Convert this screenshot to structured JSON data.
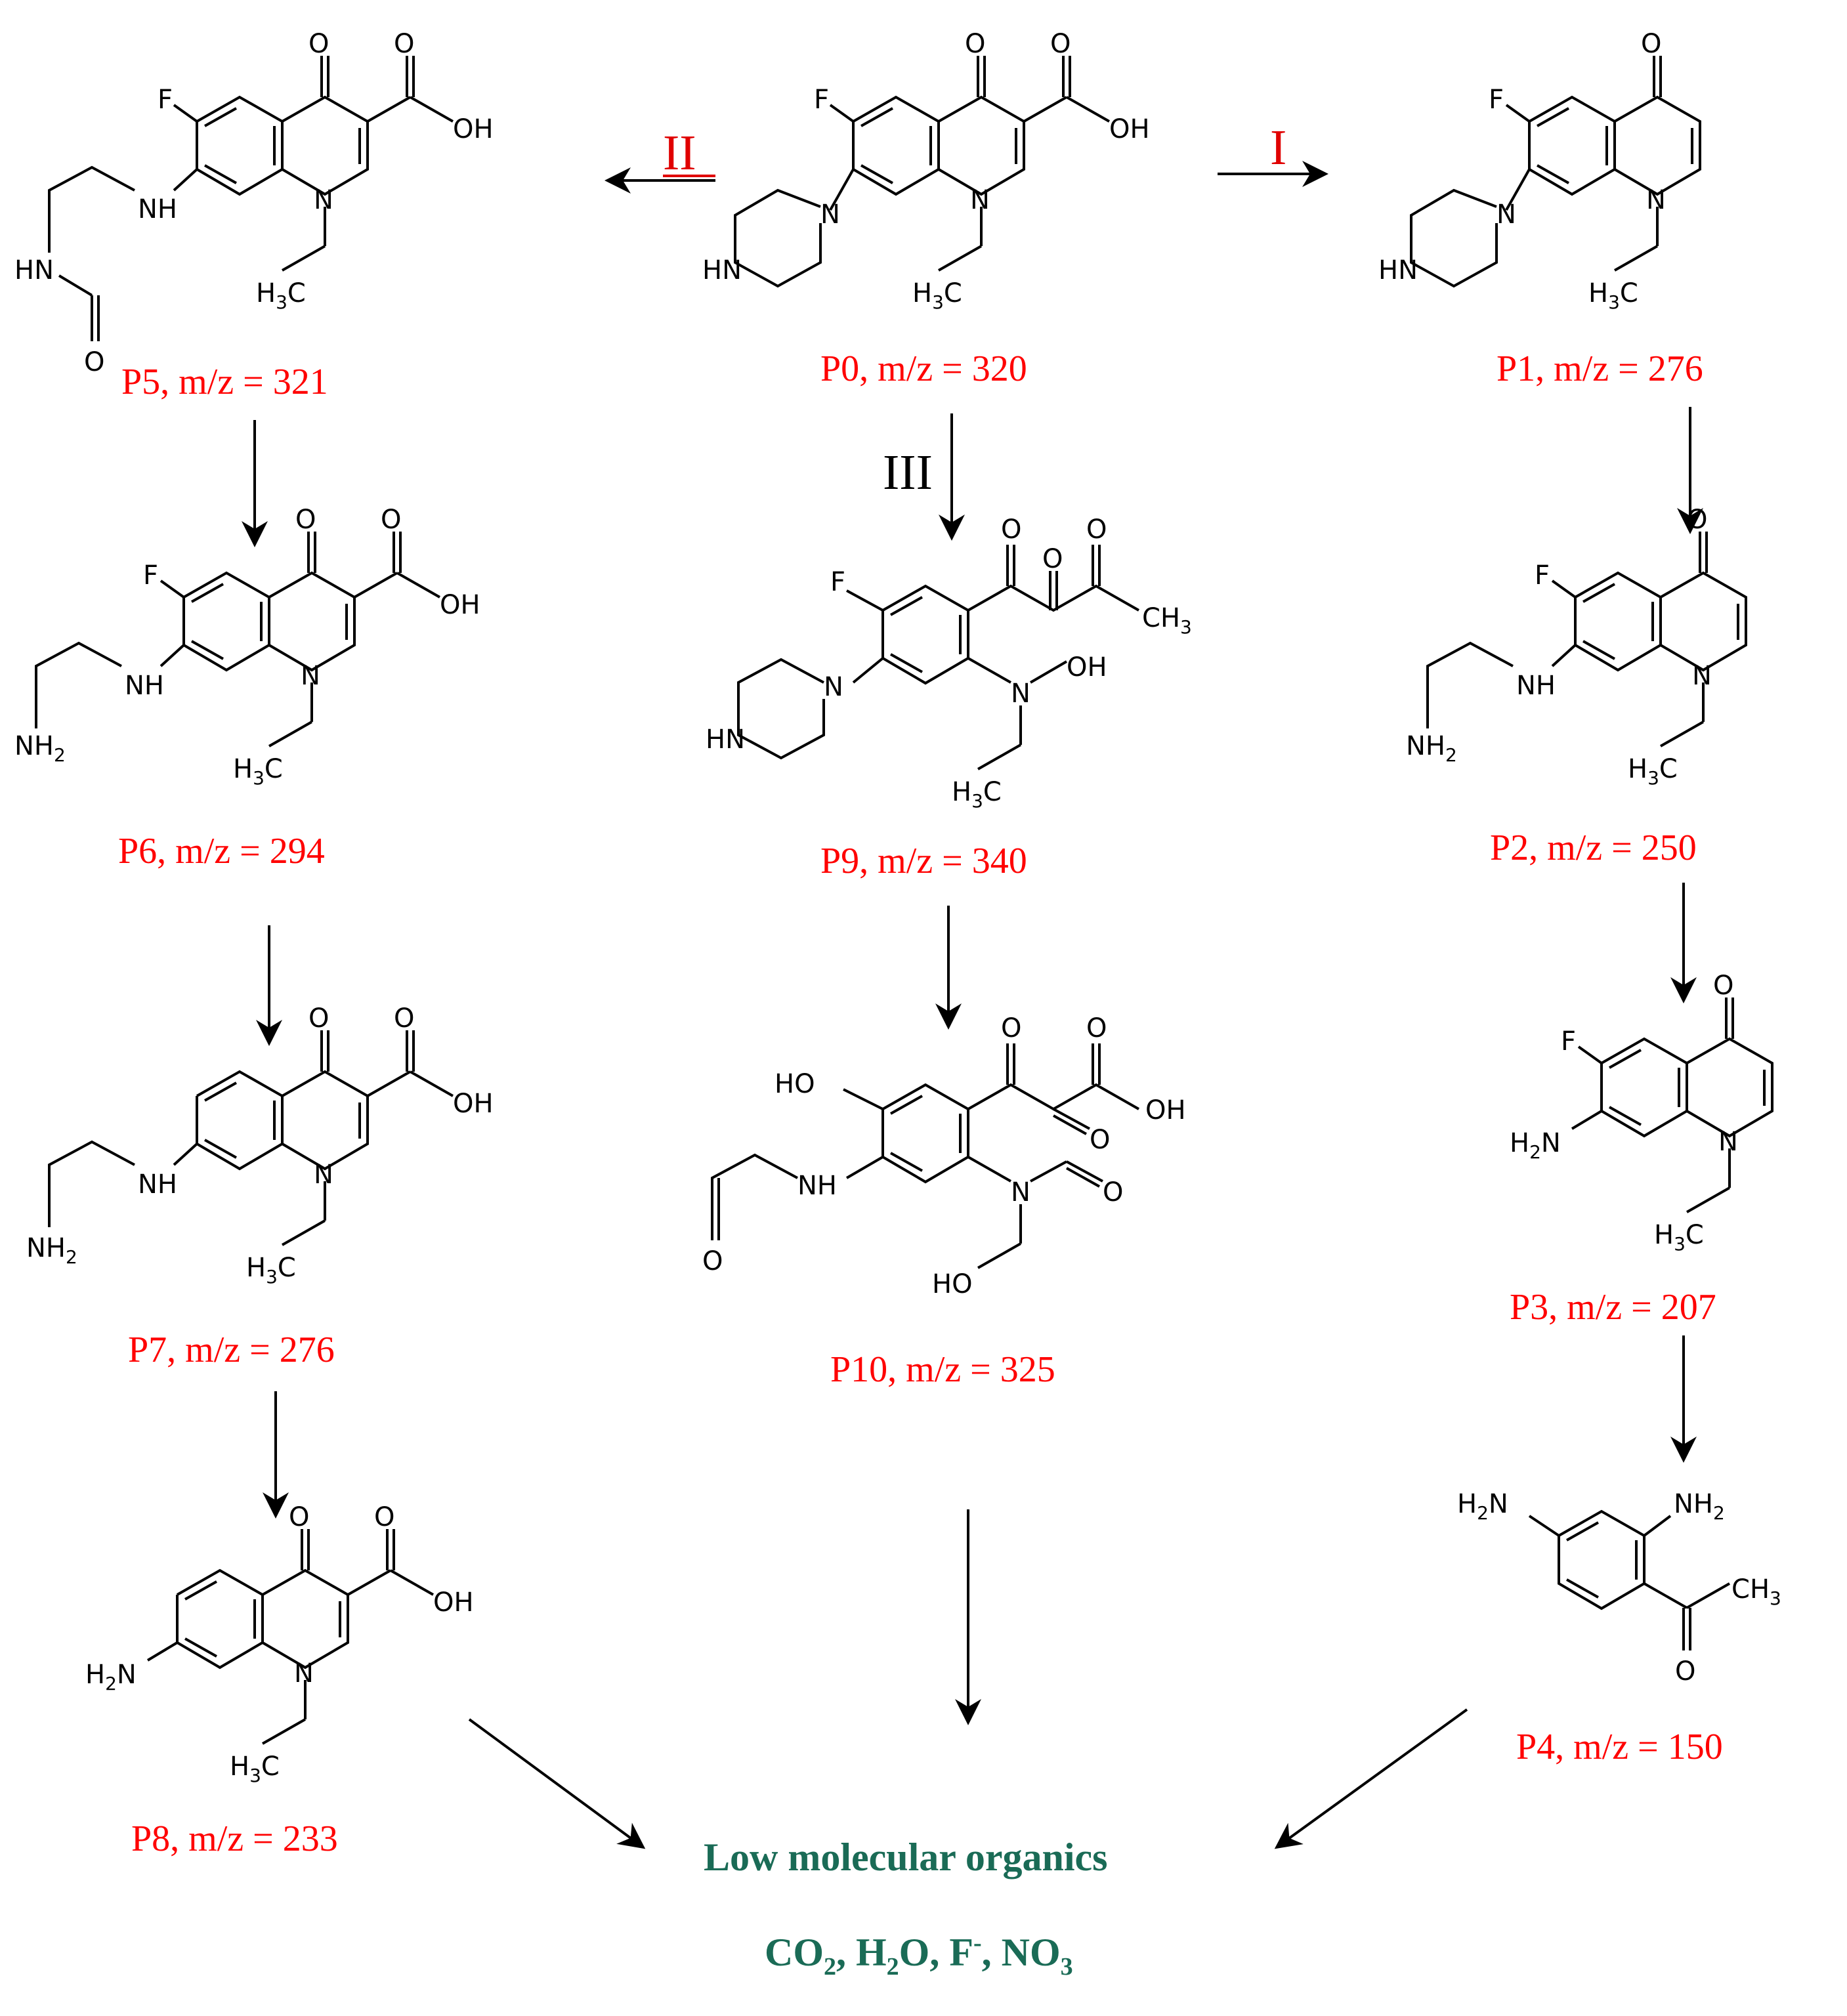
{
  "routes": {
    "I": "I",
    "II": "II",
    "III": "III"
  },
  "compounds": {
    "P0": "P0, m/z = 320",
    "P1": "P1, m/z = 276",
    "P2": "P2, m/z = 250",
    "P3": "P3, m/z = 207",
    "P4": "P4, m/z = 150",
    "P5": "P5, m/z = 321",
    "P6": "P6, m/z = 294",
    "P7": "P7, m/z = 276",
    "P8": "P8, m/z = 233",
    "P9": "P9, m/z = 340",
    "P10": "P10, m/z = 325"
  },
  "final": {
    "line1": "Low molecular organics",
    "line2_parts": {
      "co": "CO",
      "two": "2",
      "h": ", H",
      "two_b": "2",
      "o": "O, F",
      "minus": "-",
      "no": ", NO",
      "three": "3"
    }
  },
  "atoms": {
    "F": "F",
    "O": "O",
    "OH": "OH",
    "HO": "HO",
    "N": "N",
    "NH": "NH",
    "HN": "HN",
    "H": "H",
    "C": "C",
    "three": "3",
    "two": "2",
    "NH2_N": "NH",
    "H2N_N": "N"
  },
  "colors": {
    "label": "#ff0000",
    "route_red": "#e00000",
    "route_black": "#000000",
    "final": "#1a6b56",
    "bond": "#000000"
  }
}
